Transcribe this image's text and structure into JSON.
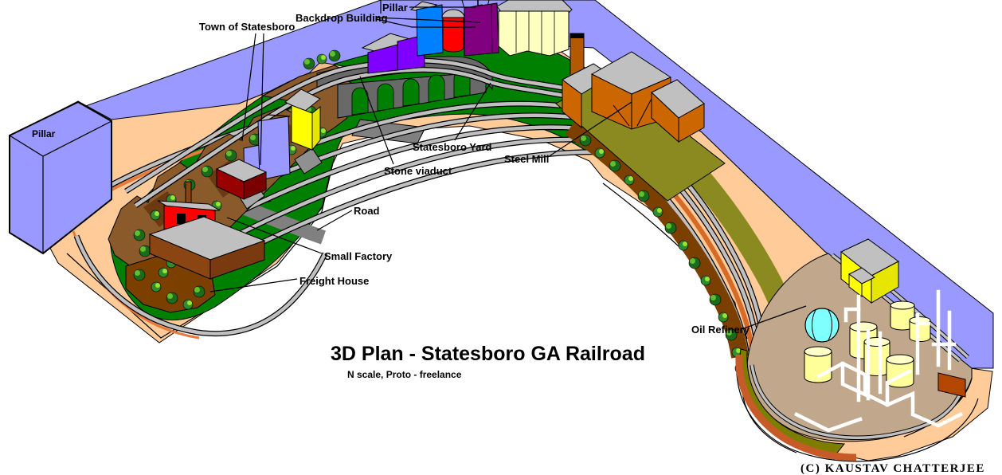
{
  "diagram": {
    "title": "3D Plan - Statesboro GA Railroad",
    "subtitle": "N scale, Proto - freelance",
    "credit": "(C) KAUSTAV CHATTERJEE",
    "labels": {
      "pillar_top": "Pillar",
      "backdrop_building": "Backdrop Building",
      "town": "Town of Statesboro",
      "pillar_left": "Pillar",
      "statesboro_yard": "Statesboro Yard",
      "stone_viaduct": "Stone viaduct",
      "steel_mill": "Steel Mill",
      "road": "Road",
      "small_factory": "Small Factory",
      "freight_house": "Freight House",
      "oil_refinery": "Oil Refinery"
    },
    "colors": {
      "backdrop": "#9999FF",
      "fascia": "#FFCC99",
      "grass": "#008000",
      "track": "#C0C0C0",
      "viaduct": "#696969",
      "steel_mill": "#CC6600",
      "refinery_deck": "#C1A88C",
      "tank": "#FFFF99",
      "sphere": "#80FFFF"
    }
  }
}
